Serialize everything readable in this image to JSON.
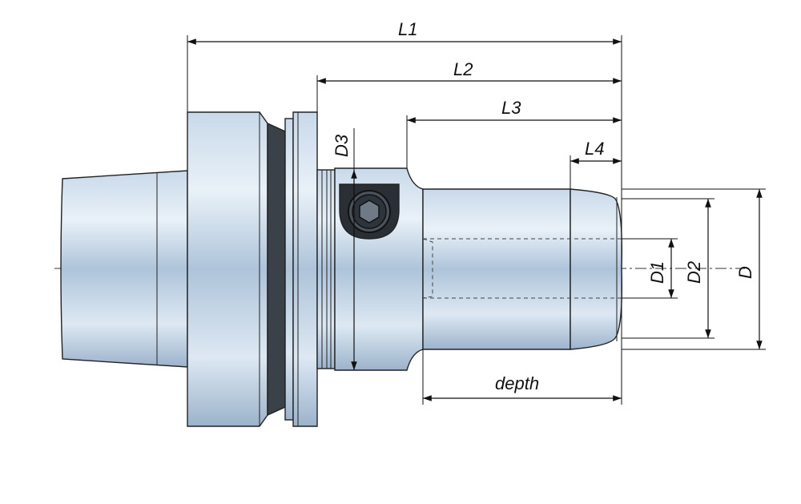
{
  "diagram": {
    "labels": {
      "L1": "L1",
      "L2": "L2",
      "L3": "L3",
      "L4": "L4",
      "D3": "D3",
      "D1": "D1",
      "D2": "D2",
      "D": "D",
      "depth": "depth"
    },
    "colors": {
      "metal_light": "#dbe7f3",
      "metal_mid": "#b2c7db",
      "metal_dark": "#8ea6bf",
      "groove": "#3b4149",
      "line": "#111111"
    }
  }
}
